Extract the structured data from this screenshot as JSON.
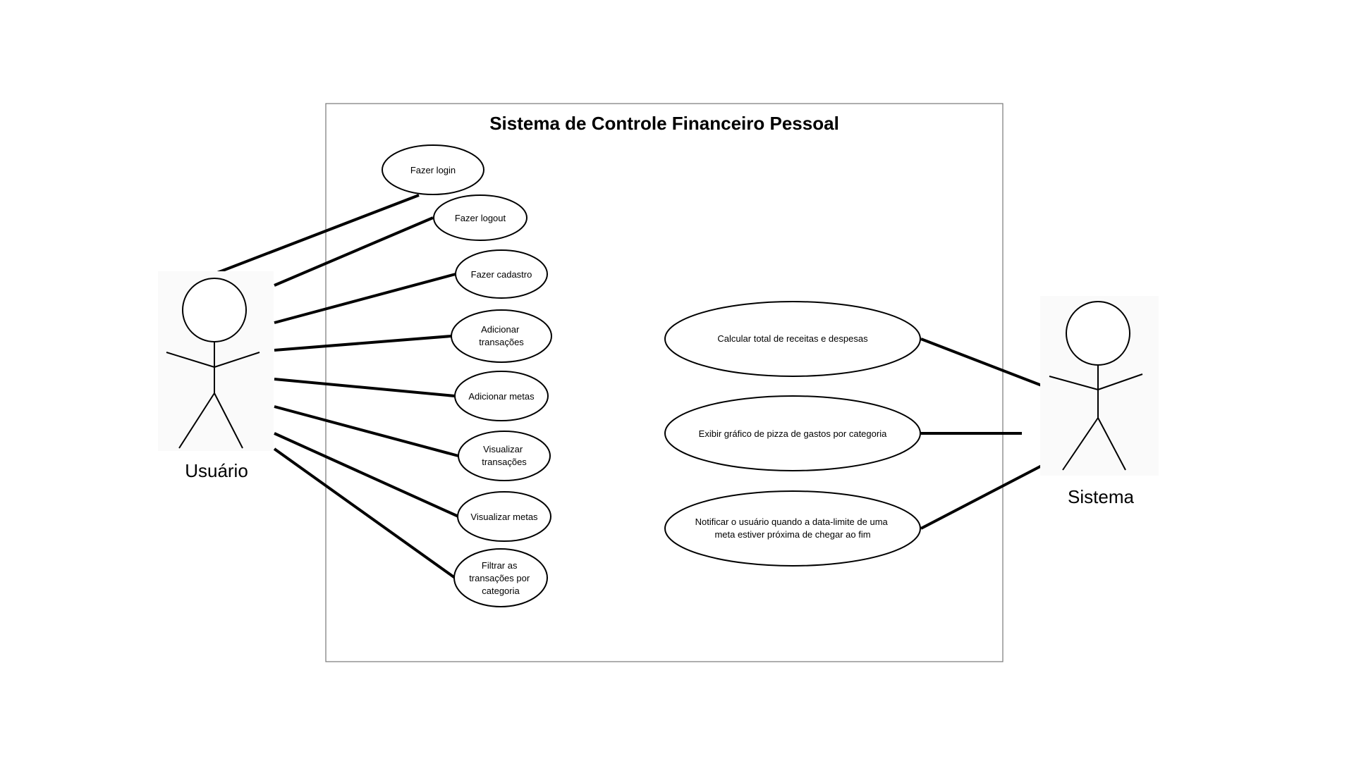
{
  "diagram": {
    "type": "uml-use-case",
    "system_title": "Sistema de Controle Financeiro Pessoal",
    "actors": [
      {
        "id": "usuario",
        "label": "Usuário",
        "icon": "stick-figure-icon"
      },
      {
        "id": "sistema",
        "label": "Sistema",
        "icon": "stick-figure-icon"
      }
    ],
    "use_cases": [
      {
        "id": "fazer-login",
        "lines": [
          "Fazer login"
        ]
      },
      {
        "id": "fazer-logout",
        "lines": [
          "Fazer logout"
        ]
      },
      {
        "id": "fazer-cadastro",
        "lines": [
          "Fazer cadastro"
        ]
      },
      {
        "id": "adicionar-transacoes",
        "lines": [
          "Adicionar",
          "transações"
        ]
      },
      {
        "id": "adicionar-metas",
        "lines": [
          "Adicionar metas"
        ]
      },
      {
        "id": "visualizar-transacoes",
        "lines": [
          "Visualizar",
          "transações"
        ]
      },
      {
        "id": "visualizar-metas",
        "lines": [
          "Visualizar metas"
        ]
      },
      {
        "id": "filtrar-transacoes",
        "lines": [
          "Filtrar as",
          "transações por",
          "categoria"
        ]
      },
      {
        "id": "calcular-total",
        "lines": [
          "Calcular total de receitas e despesas"
        ]
      },
      {
        "id": "exibir-grafico",
        "lines": [
          "Exibir gráfico de pizza de gastos por categoria"
        ]
      },
      {
        "id": "notificar-usuario",
        "lines": [
          "Notificar o usuário quando a data-limite de uma",
          "meta estiver próxima de chegar ao fim"
        ]
      }
    ],
    "associations": [
      {
        "actor": "usuario",
        "use_case": "fazer-login"
      },
      {
        "actor": "usuario",
        "use_case": "fazer-logout"
      },
      {
        "actor": "usuario",
        "use_case": "fazer-cadastro"
      },
      {
        "actor": "usuario",
        "use_case": "adicionar-transacoes"
      },
      {
        "actor": "usuario",
        "use_case": "adicionar-metas"
      },
      {
        "actor": "usuario",
        "use_case": "visualizar-transacoes"
      },
      {
        "actor": "usuario",
        "use_case": "visualizar-metas"
      },
      {
        "actor": "usuario",
        "use_case": "filtrar-transacoes"
      },
      {
        "actor": "sistema",
        "use_case": "calcular-total"
      },
      {
        "actor": "sistema",
        "use_case": "exibir-grafico"
      },
      {
        "actor": "sistema",
        "use_case": "notificar-usuario"
      }
    ],
    "colors": {
      "line": "#000000",
      "boundary": "#777777",
      "background": "#ffffff"
    }
  }
}
